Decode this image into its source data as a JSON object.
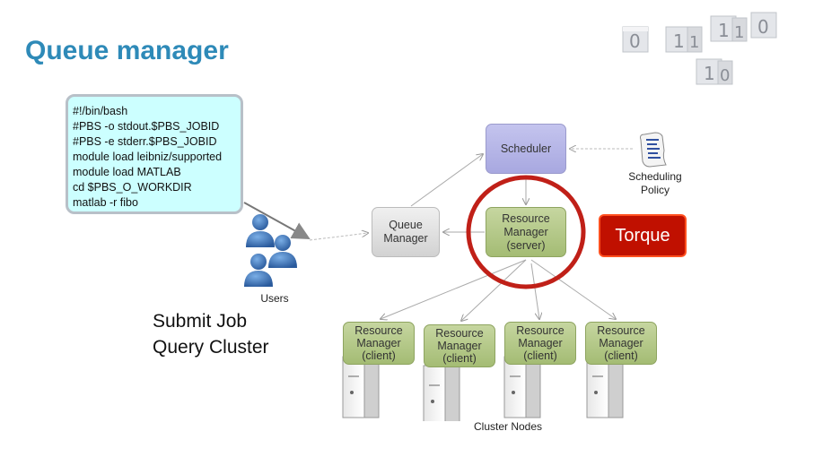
{
  "title": "Queue manager",
  "script_lines": [
    "#!/bin/bash",
    "#PBS -o stdout.$PBS_JOBID",
    "#PBS -e stderr.$PBS_JOBID",
    "module load leibniz/supported",
    "module load MATLAB",
    "cd $PBS_O_WORKDIR",
    "matlab -r fibo"
  ],
  "nodes": {
    "scheduler": "Scheduler",
    "queue_manager": [
      "Queue",
      "Manager"
    ],
    "resource_manager_server": [
      "Resource",
      "Manager",
      "(server)"
    ],
    "resource_manager_client": [
      "Resource",
      "Manager",
      "(client)"
    ]
  },
  "labels": {
    "scheduling_policy": [
      "Scheduling",
      "Policy"
    ],
    "users": "Users",
    "cluster_nodes": "Cluster Nodes",
    "torque": "Torque",
    "submit_lines": [
      "Submit Job",
      "Query Cluster"
    ]
  },
  "binary_digits": [
    "0",
    "1",
    "1",
    "0",
    "1",
    "1",
    "1",
    "0"
  ],
  "colors": {
    "title": "#2e8ab8",
    "script_box": "#ccffff",
    "scheduler": "#b4b4e6",
    "resource_manager": "#b2c886",
    "torque": "#c01000",
    "highlight_ring": "#c02018",
    "user_icon": "#3a72b8"
  },
  "icons": [
    "binary-cubes-icon",
    "scroll-icon",
    "users-icon",
    "server-icon"
  ]
}
